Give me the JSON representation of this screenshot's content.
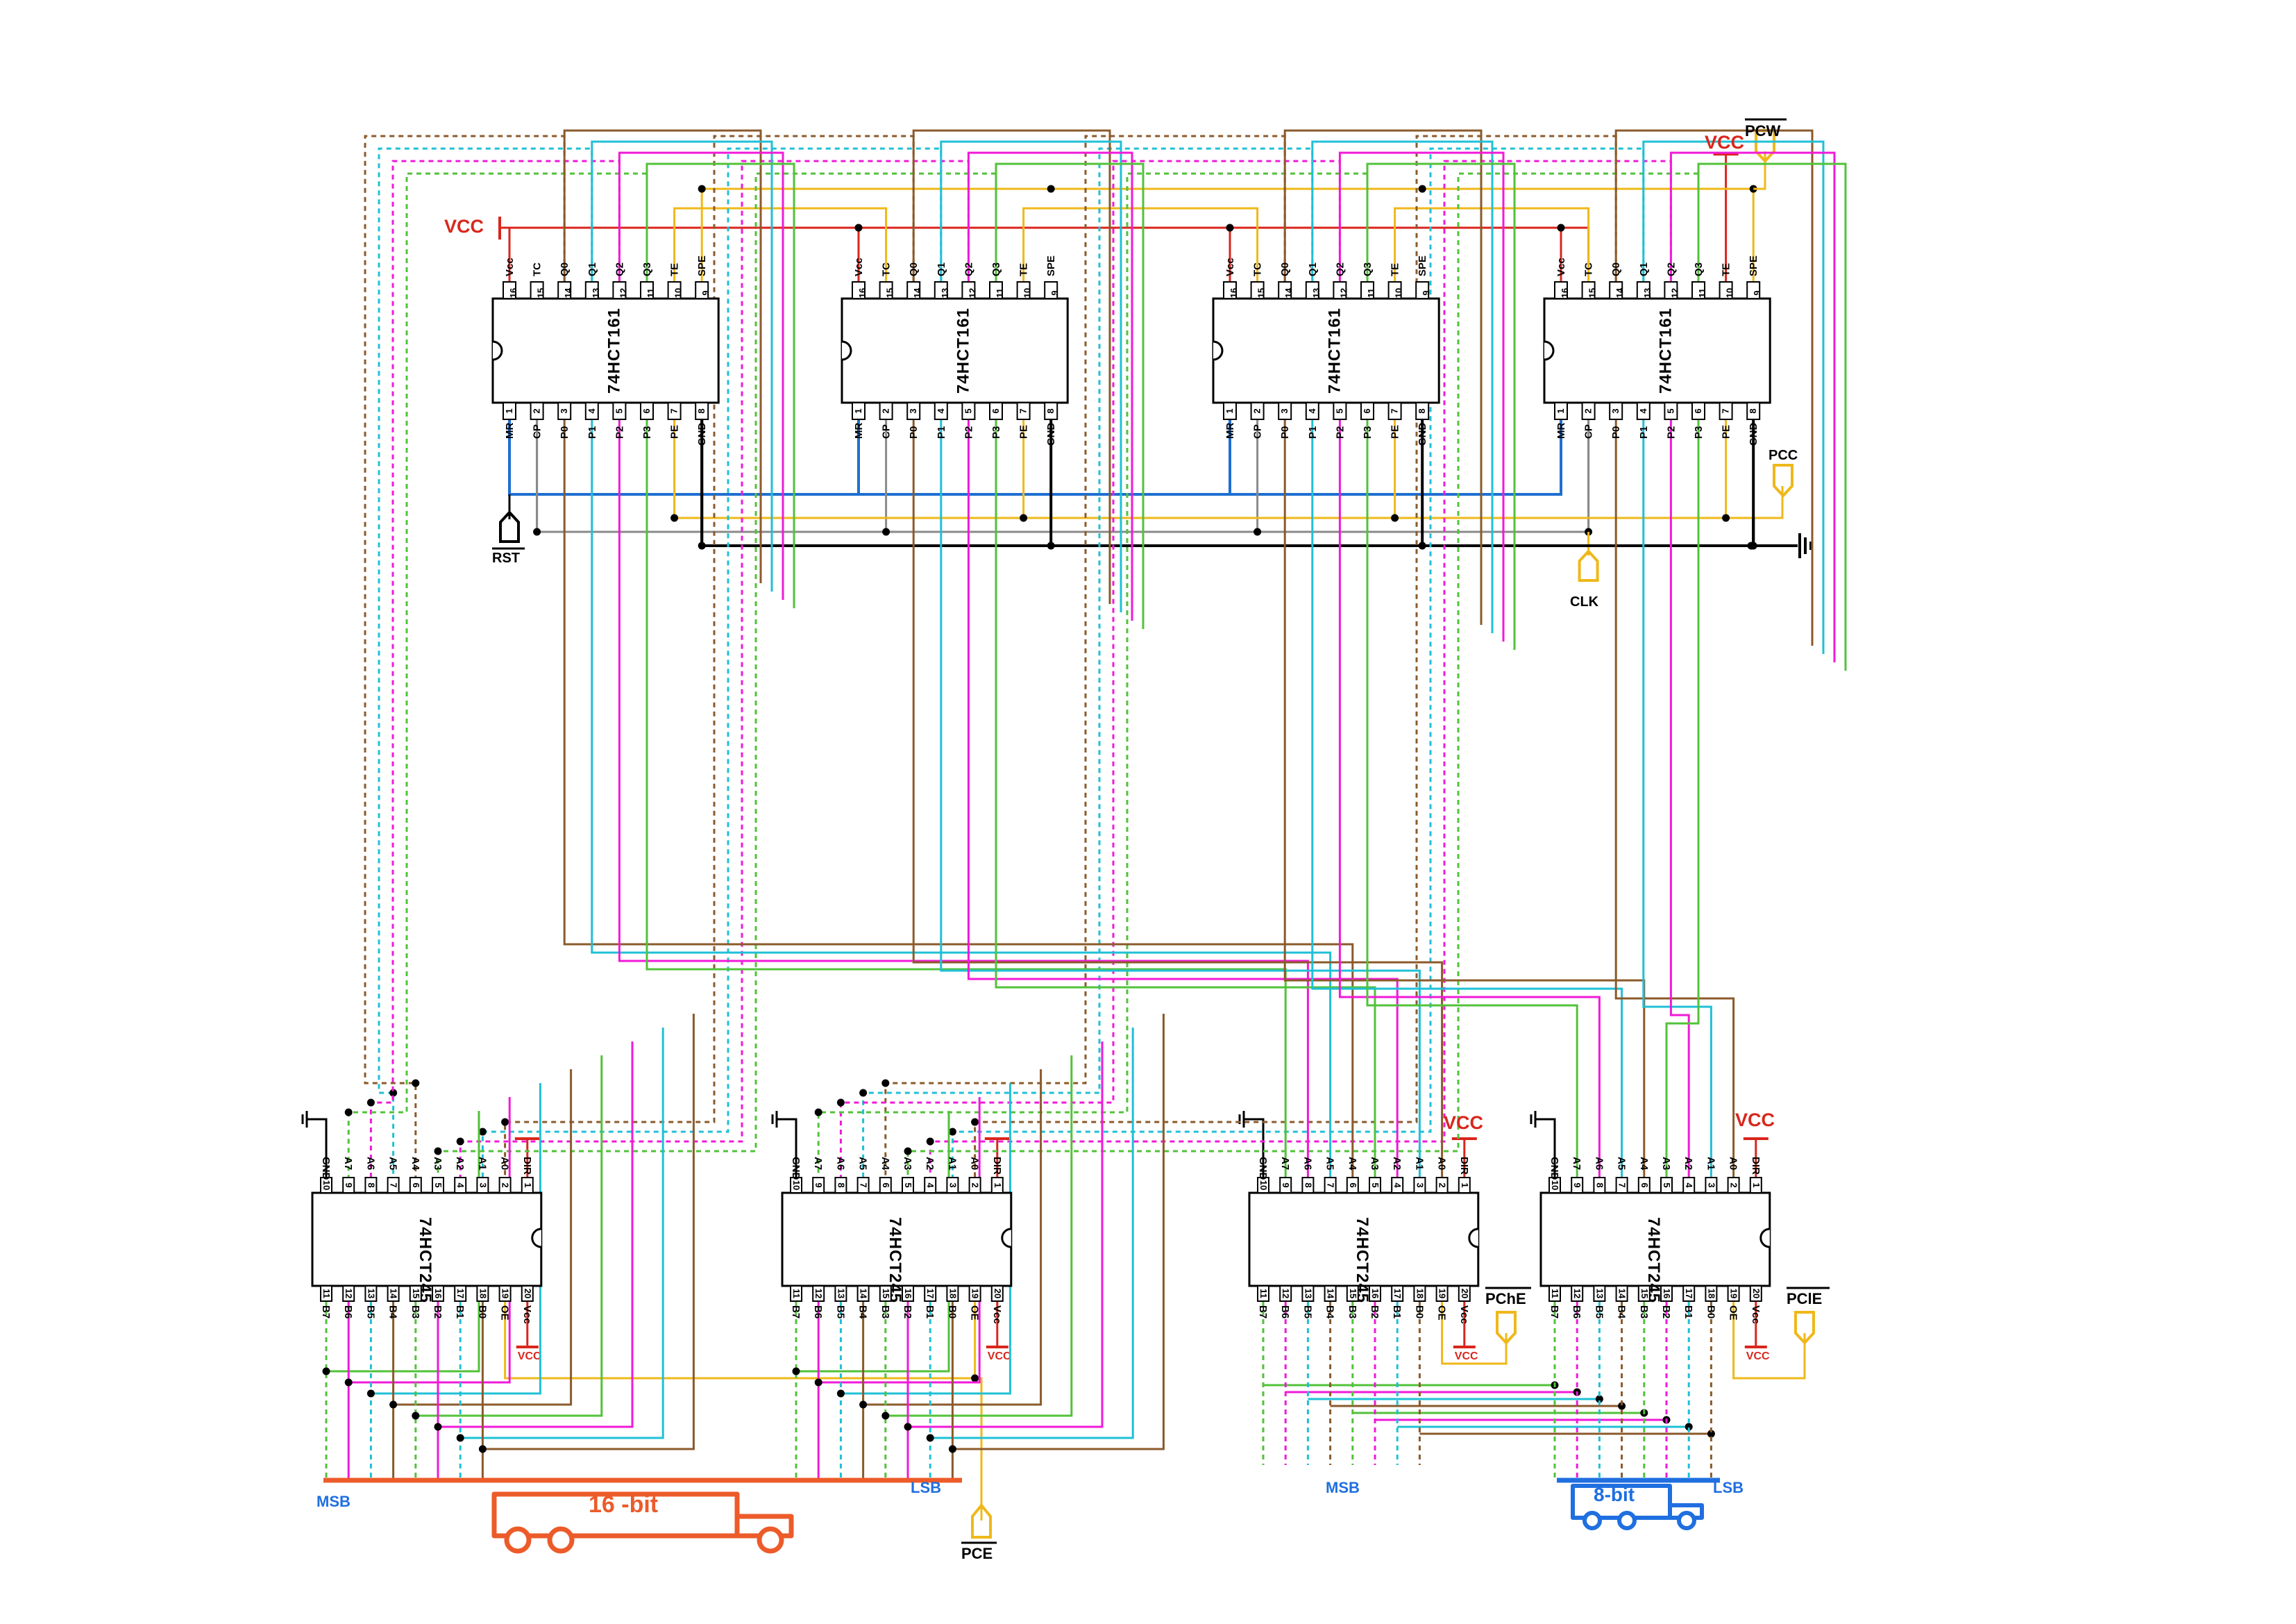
{
  "counters": {
    "part": "74HCT161",
    "top_pins": [
      {
        "num": "16",
        "label": "Vcc"
      },
      {
        "num": "15",
        "label": "TC"
      },
      {
        "num": "14",
        "label": "Q0"
      },
      {
        "num": "13",
        "label": "Q1"
      },
      {
        "num": "12",
        "label": "Q2"
      },
      {
        "num": "11",
        "label": "Q3"
      },
      {
        "num": "10",
        "label": "TE"
      },
      {
        "num": "9",
        "label": "SPE"
      }
    ],
    "bottom_pins": [
      {
        "num": "1",
        "label": "MR"
      },
      {
        "num": "2",
        "label": "CP"
      },
      {
        "num": "3",
        "label": "P0"
      },
      {
        "num": "4",
        "label": "P1"
      },
      {
        "num": "5",
        "label": "P2"
      },
      {
        "num": "6",
        "label": "P3"
      },
      {
        "num": "7",
        "label": "PE"
      },
      {
        "num": "8",
        "label": "GND"
      }
    ],
    "count": 4
  },
  "buffers": {
    "part": "74HCT245",
    "top_pins": [
      {
        "num": "10",
        "label": "GND"
      },
      {
        "num": "9",
        "label": "A7"
      },
      {
        "num": "8",
        "label": "A6"
      },
      {
        "num": "7",
        "label": "A5"
      },
      {
        "num": "6",
        "label": "A4"
      },
      {
        "num": "5",
        "label": "A3"
      },
      {
        "num": "4",
        "label": "A2"
      },
      {
        "num": "3",
        "label": "A1"
      },
      {
        "num": "2",
        "label": "A0"
      },
      {
        "num": "1",
        "label": "DIR"
      }
    ],
    "bottom_pins": [
      {
        "num": "11",
        "label": "B7"
      },
      {
        "num": "12",
        "label": "B6"
      },
      {
        "num": "13",
        "label": "B5"
      },
      {
        "num": "14",
        "label": "B4"
      },
      {
        "num": "15",
        "label": "B3"
      },
      {
        "num": "16",
        "label": "B2"
      },
      {
        "num": "17",
        "label": "B1"
      },
      {
        "num": "18",
        "label": "B0"
      },
      {
        "num": "19",
        "label": "OE"
      },
      {
        "num": "20",
        "label": "Vcc"
      }
    ],
    "count": 4
  },
  "labels": {
    "vcc": "VCC",
    "small_vcc": "VCC",
    "pcw": "PCW",
    "pcc": "PCC",
    "rst": "RST",
    "clk": "CLK",
    "pce": "PCE",
    "pche": "PChE",
    "pcle": "PClE",
    "msb": "MSB",
    "lsb": "LSB",
    "bus16": "16 -bit",
    "bus8": "8-bit"
  },
  "colors": {
    "q0": "#8b5a2b",
    "q1": "#1fc0d6",
    "q2": "#f01ad8",
    "q3": "#52c23a",
    "p_dashed_green": "#52c23a",
    "vcc": "#d9261c",
    "ctrl_yellow": "#efb81a",
    "reset_blue": "#1f6fd0",
    "clock_gray": "#8a8a8a",
    "ground": "#000000",
    "bus16": "#ec5b2a",
    "bus8": "#1f6fe0"
  }
}
